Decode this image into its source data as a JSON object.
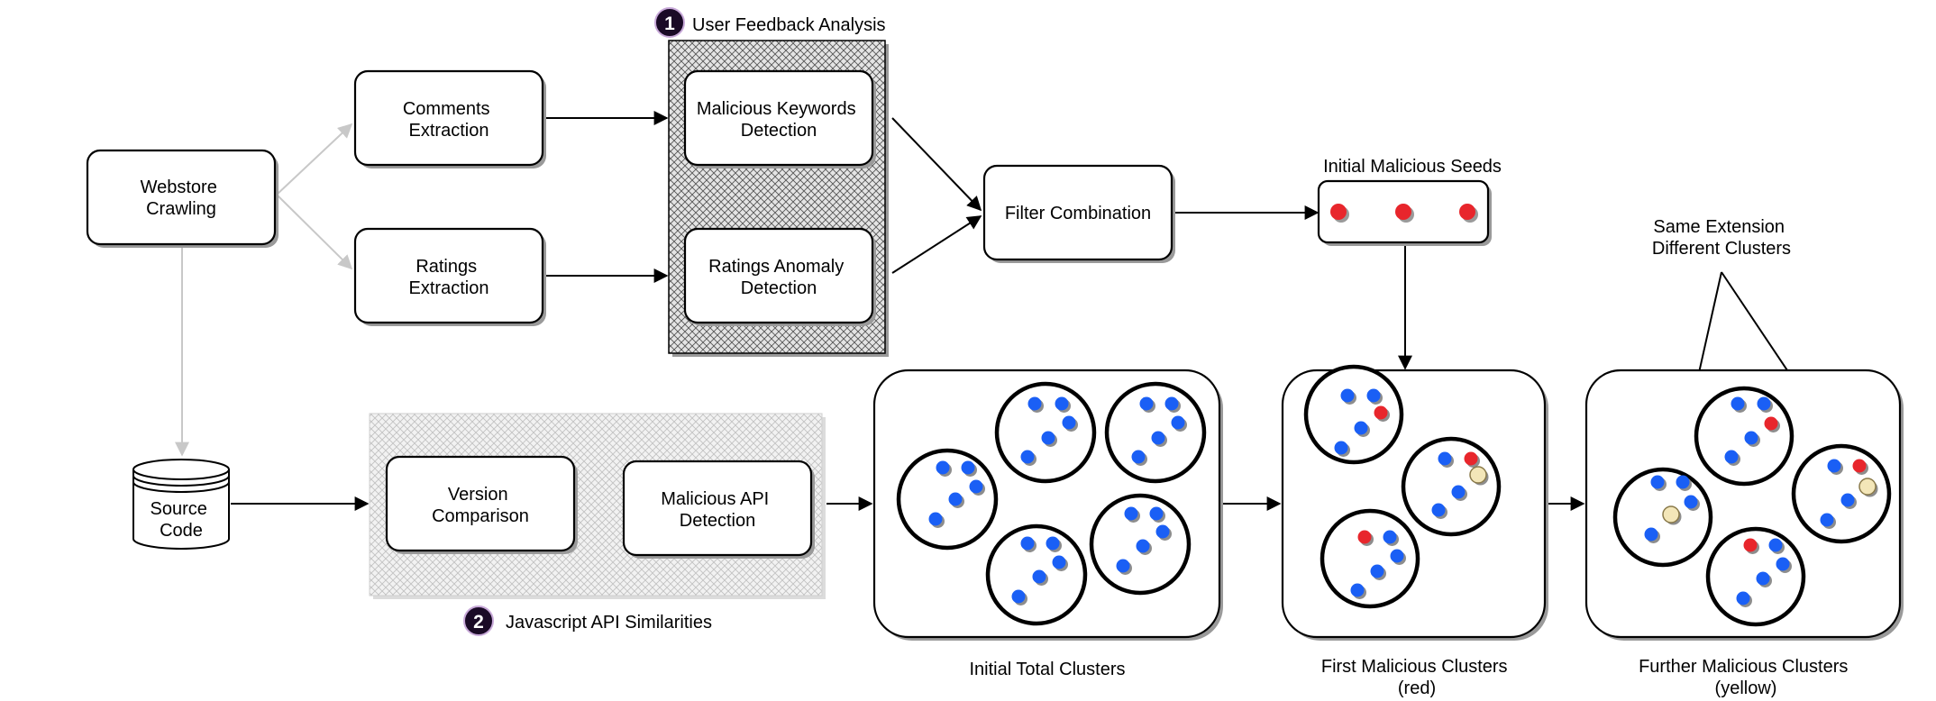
{
  "nodes": {
    "webstore": [
      "Webstore",
      "Crawling"
    ],
    "comments": [
      "Comments",
      "Extraction"
    ],
    "ratings": [
      "Ratings",
      "Extraction"
    ],
    "malicious_keywords": [
      "Malicious Keywords",
      "Detection"
    ],
    "ratings_anomaly": [
      "Ratings Anomaly",
      "Detection"
    ],
    "filter_combination": "Filter Combination",
    "source_code": [
      "Source",
      "Code"
    ],
    "version_comparison": [
      "Version",
      "Comparison"
    ],
    "malicious_api": [
      "Malicious API",
      "Detection"
    ]
  },
  "groups": {
    "user_feedback": {
      "number": "1",
      "title": "User Feedback Analysis"
    },
    "js_api": {
      "number": "2",
      "title": "Javascript API Similarities"
    }
  },
  "labels": {
    "initial_seeds": "Initial Malicious Seeds",
    "same_extension": [
      "Same Extension",
      "Different Clusters"
    ],
    "initial_total": "Initial Total Clusters",
    "first_malicious": [
      "First Malicious Clusters",
      "(red)"
    ],
    "further_malicious": [
      "Further Malicious Clusters",
      "(yellow)"
    ]
  },
  "colors": {
    "benign": "#1a5ff5",
    "malicious_seed": "#e8262c",
    "further_malicious": "#f3e6b8",
    "hatch_dark": "#555555",
    "hatch_light": "#c2c2c2",
    "badge": "#1a0a26"
  }
}
